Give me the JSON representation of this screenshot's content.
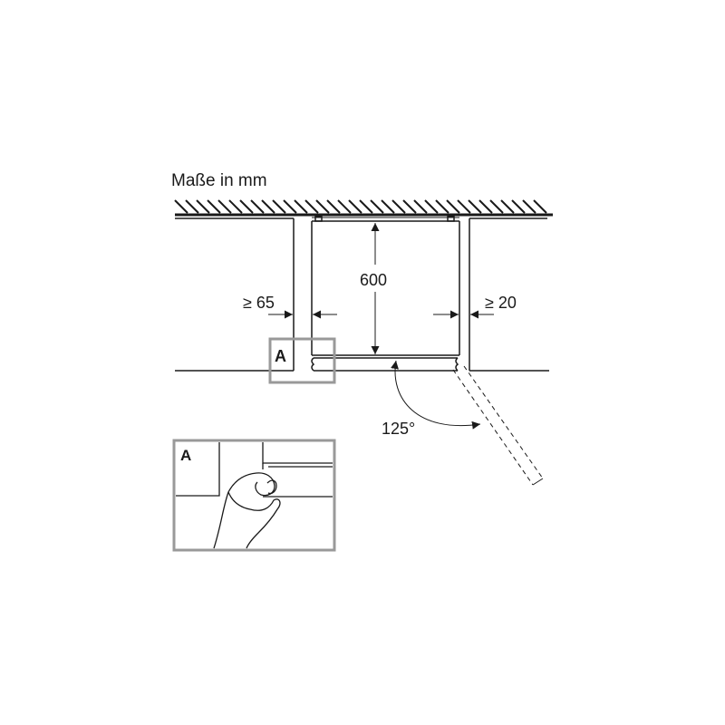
{
  "title": "Maße in mm",
  "dimensions": {
    "depth": "600",
    "left_gap": "≥ 65",
    "right_gap": "≥ 20",
    "door_angle": "125°"
  },
  "detail": {
    "marker_label": "A",
    "inset_label": "A"
  },
  "colors": {
    "line": "#1a1a1a",
    "detail_box": "#999999"
  }
}
